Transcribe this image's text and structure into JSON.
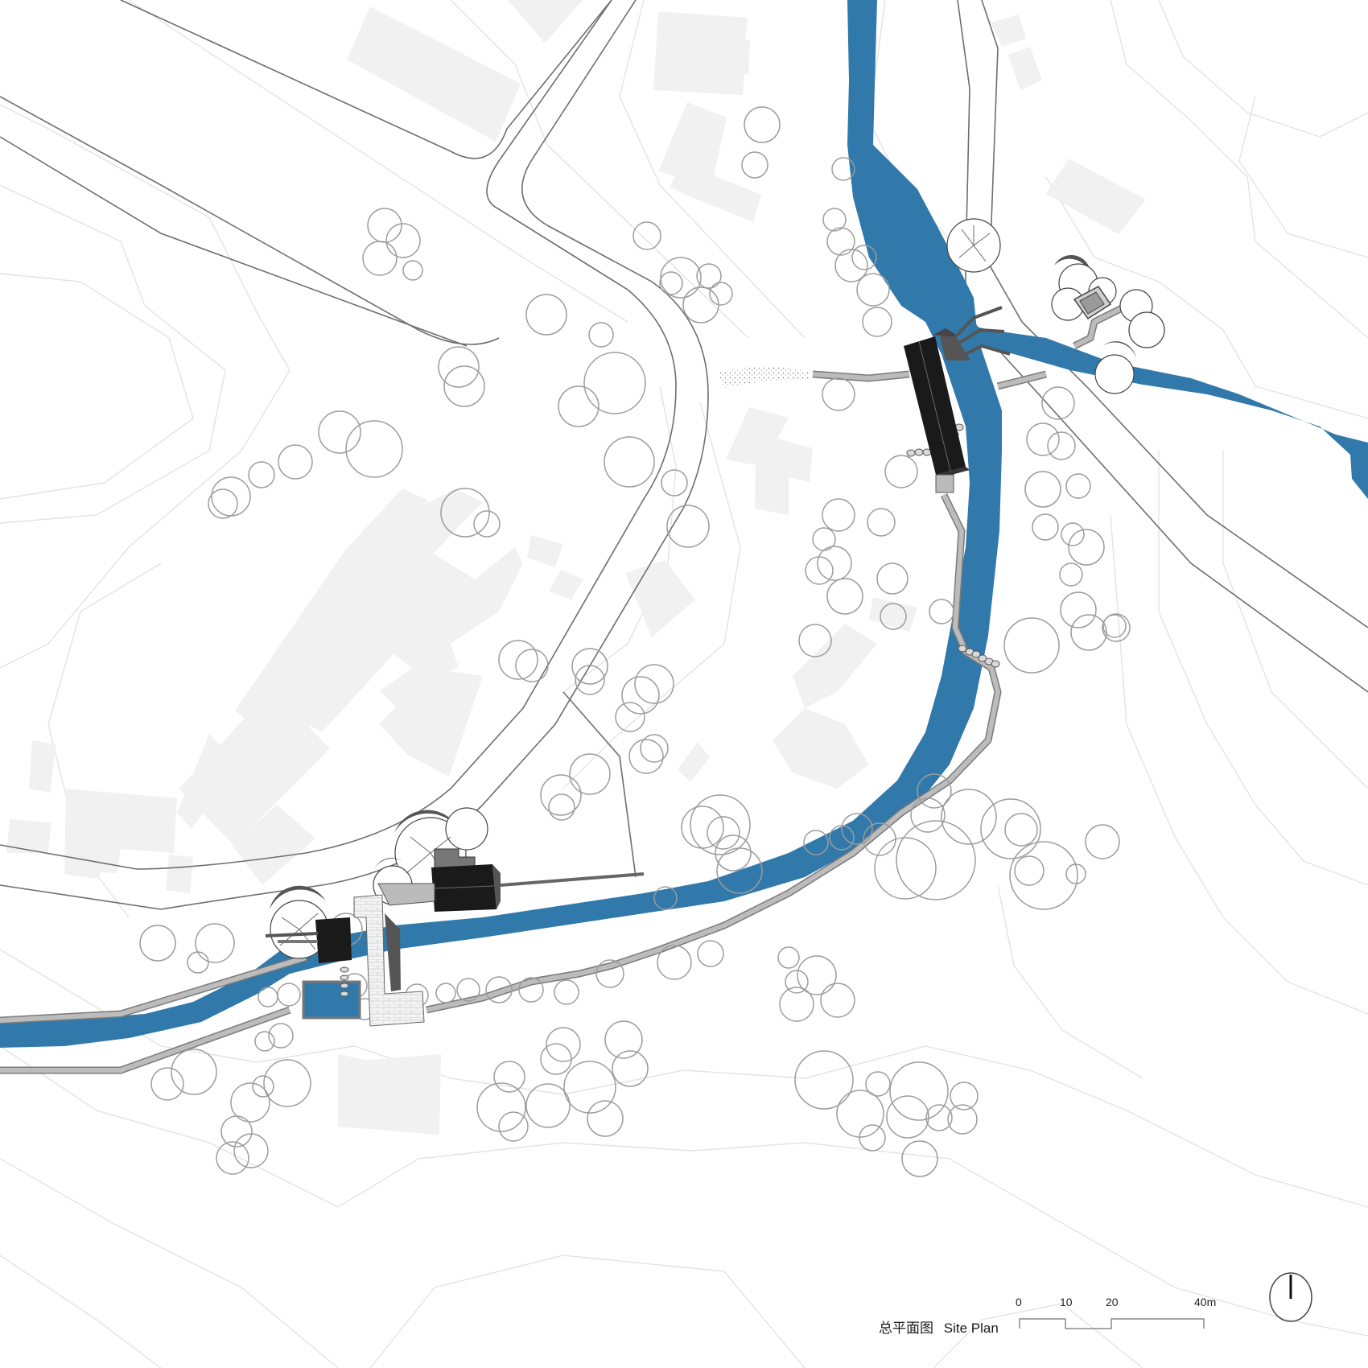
{
  "drawing": {
    "title_cn": "总平面图",
    "title_en": "Site Plan",
    "type": "architectural site plan",
    "colors": {
      "water": "#3079aa",
      "buildings_existing": "#f1f1f1",
      "roofs_new": "#1a1a1a",
      "roads": "#6e6e6e",
      "trees": "#9c9c9c",
      "contours": "#e3e3e3",
      "boardwalk": "#bcbcbc",
      "background": "#ffffff"
    }
  },
  "scale_bar": {
    "ticks": [
      "0",
      "10",
      "20",
      "40m"
    ],
    "unit": "m"
  },
  "north_arrow": {
    "icon": "north-arrow-icon",
    "direction": "up"
  },
  "features": {
    "river": "main stream flowing from north (top) curving to west (bottom-left)",
    "tributary": "stream joining from east (right)",
    "roads": [
      "curving road through center",
      "diagonal road top-right",
      "road along bottom-left"
    ],
    "new_buildings": [
      "pavilion on river (north)",
      "pavilion at river bend (south-west)",
      "pavilion near bridge (south-west)"
    ],
    "bridge": "paved footbridge crossing stream (south-west)",
    "boardwalk": "timber walkway along river east bank",
    "stepping_stones": [
      "arc of stones near north pavilion",
      "stone crossing mid-river"
    ]
  }
}
